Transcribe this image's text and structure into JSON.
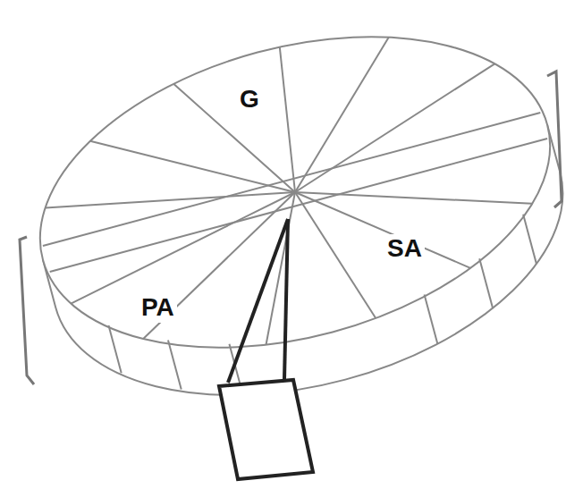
{
  "diagram": {
    "labels": [
      "G",
      "SA",
      "PA"
    ]
  }
}
